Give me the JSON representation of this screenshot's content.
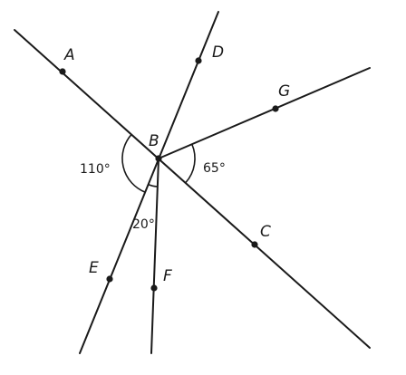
{
  "points": {
    "A": "A",
    "B": "B",
    "C": "C",
    "D": "D",
    "E": "E",
    "F": "F",
    "G": "G"
  },
  "angles": {
    "abe": "110°",
    "gbc": "65°",
    "ebf": "20°"
  }
}
